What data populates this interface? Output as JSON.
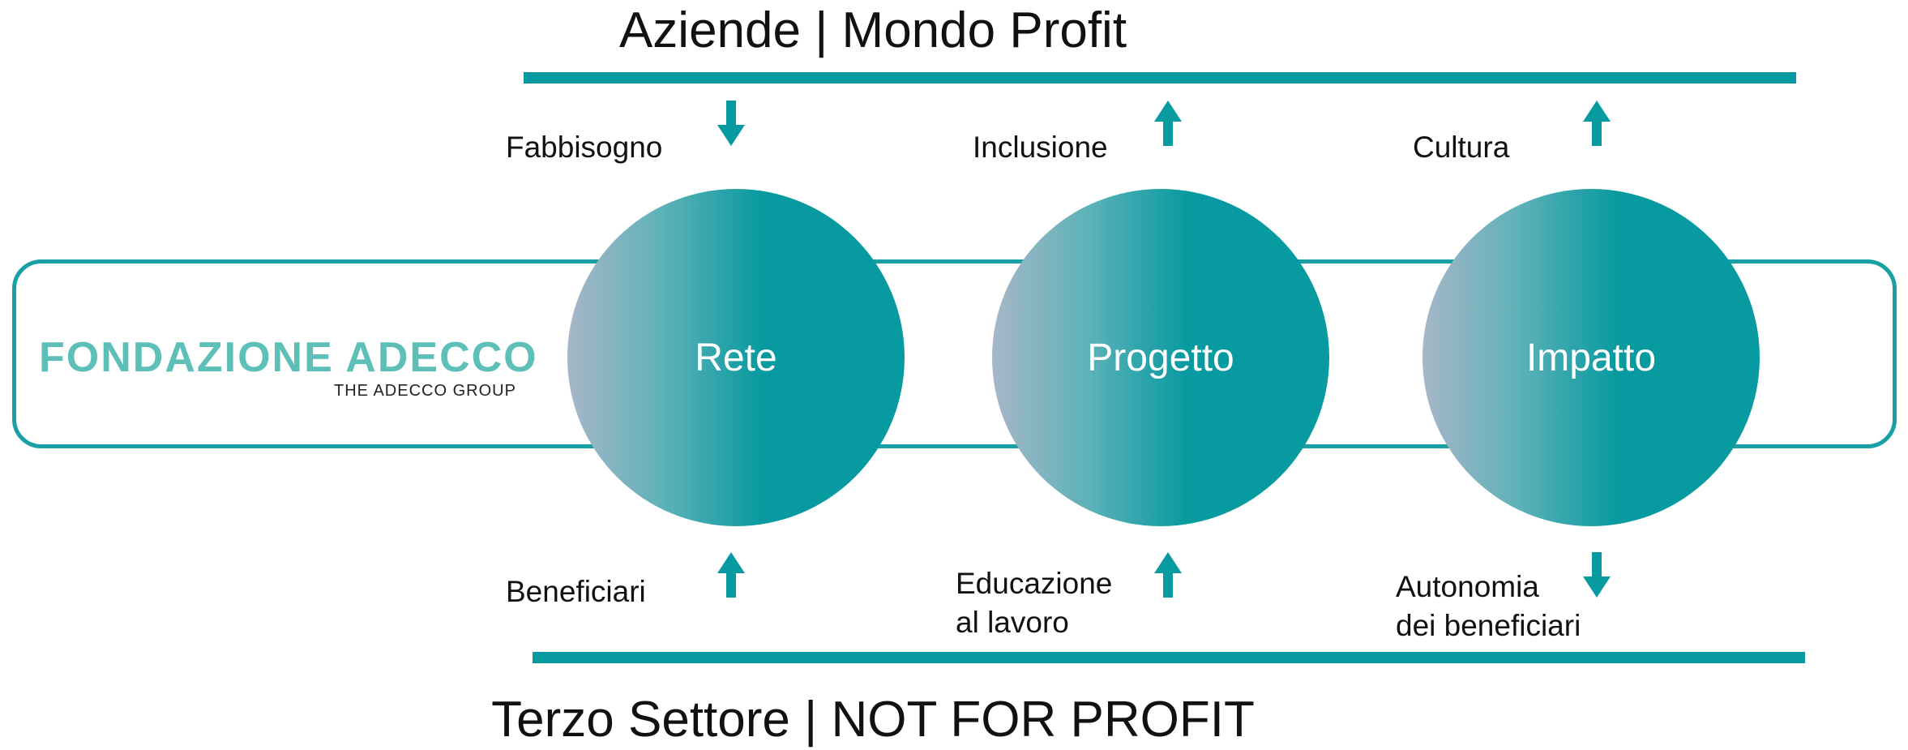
{
  "top_title": "Aziende | Mondo Profit",
  "bottom_title": "Terzo Settore | NOT FOR PROFIT",
  "logo": {
    "main": "FONDAZIONE ADECCO",
    "sub": "THE ADECCO GROUP"
  },
  "colors": {
    "teal": "#079aa0",
    "logo_teal": "#5dbfb8",
    "gradient_left": "#a7b6c7"
  },
  "circles": [
    {
      "label": "Rete",
      "top_label": "Fabbisogno",
      "top_arrow": "down-arrow-icon",
      "bottom_label": "Beneficiari",
      "bottom_arrow": "up-arrow-icon"
    },
    {
      "label": "Progetto",
      "top_label": "Inclusione",
      "top_arrow": "up-arrow-icon",
      "bottom_label_1": "Educazione",
      "bottom_label_2": "al lavoro",
      "bottom_arrow": "up-arrow-icon"
    },
    {
      "label": "Impatto",
      "top_label": "Cultura",
      "top_arrow": "up-arrow-icon",
      "bottom_label_1": "Autonomia",
      "bottom_label_2": "dei beneficiari",
      "bottom_arrow": "down-arrow-icon"
    }
  ]
}
